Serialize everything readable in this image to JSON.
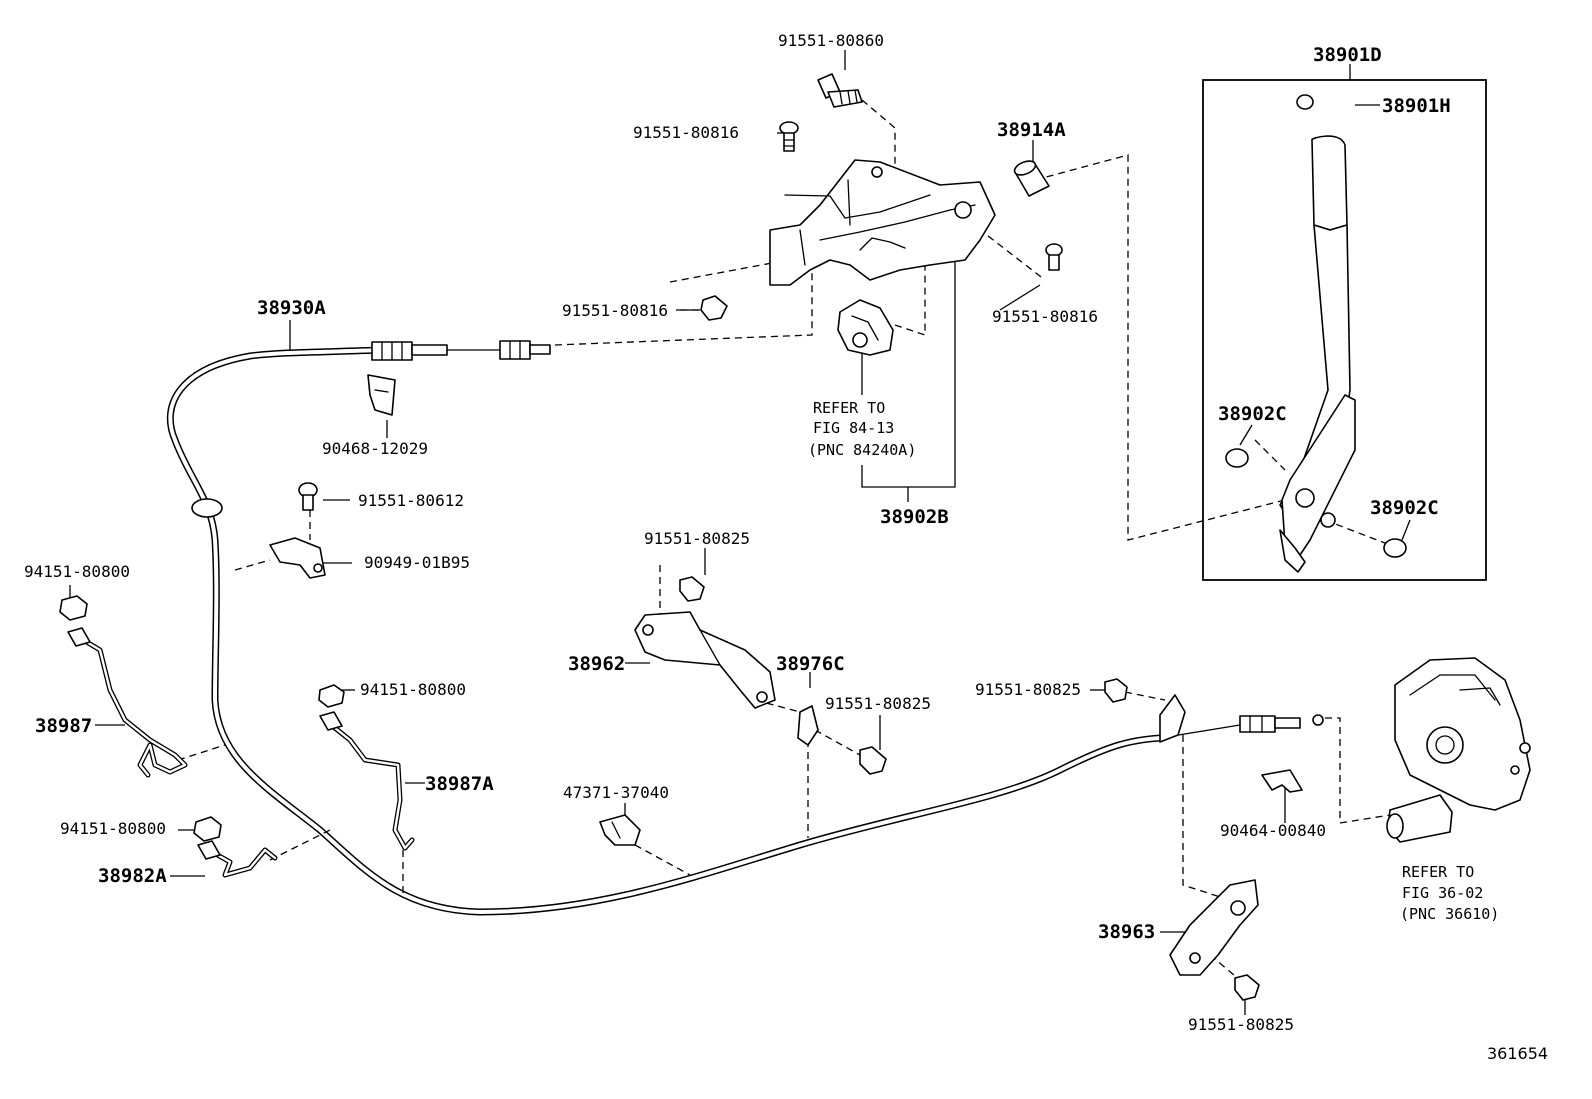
{
  "figure_number": "361654",
  "labels": {
    "p91551_80860": "91551-80860",
    "p91551_80816_a": "91551-80816",
    "p91551_80816_b": "91551-80816",
    "p91551_80816_c": "91551-80816",
    "p38914A": "38914A",
    "p38901D": "38901D",
    "p38901H": "38901H",
    "p38930A": "38930A",
    "p90468_12029": "90468-12029",
    "p38902B": "38902B",
    "p38902C_a": "38902C",
    "p38902C_b": "38902C",
    "p91551_80612": "91551-80612",
    "p90949_01B95": "90949-01B95",
    "p94151_80800_a": "94151-80800",
    "p94151_80800_b": "94151-80800",
    "p94151_80800_c": "94151-80800",
    "p38987": "38987",
    "p38987A": "38987A",
    "p38982A": "38982A",
    "p91551_80825_a": "91551-80825",
    "p91551_80825_b": "91551-80825",
    "p91551_80825_c": "91551-80825",
    "p91551_80825_d": "91551-80825",
    "p38962": "38962",
    "p38976C": "38976C",
    "p47371_37040": "47371-37040",
    "p90464_00840": "90464-00840",
    "p38963": "38963"
  },
  "refs": {
    "ref1": {
      "line1": "REFER TO",
      "line2": "FIG 84-13",
      "line3": "(PNC 84240A)"
    },
    "ref2": {
      "line1": "REFER TO",
      "line2": "FIG 36-02",
      "line3": "(PNC 36610)"
    }
  }
}
